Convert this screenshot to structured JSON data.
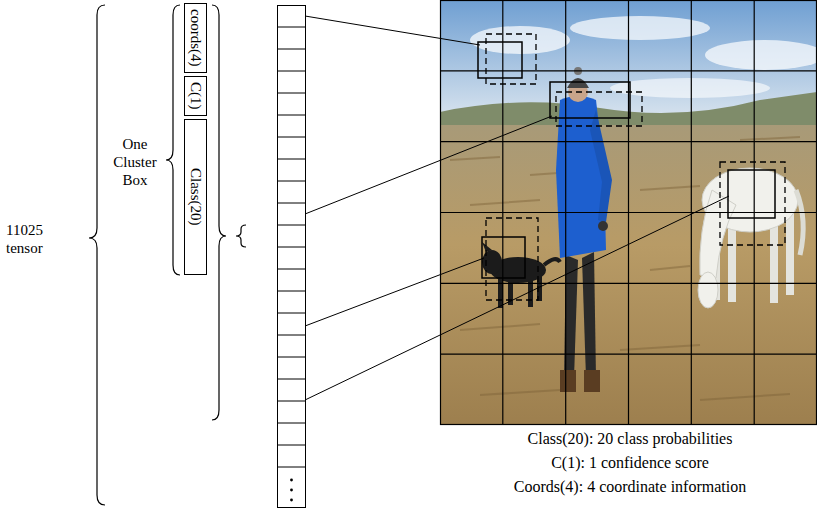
{
  "diagram": {
    "nodes": [
      {
        "text": [
          "coords(4)"
        ]
      },
      {
        "text": [
          "C(1)"
        ]
      },
      {
        "text": [
          "Class(20)"
        ]
      }
    ],
    "labels": [
      "11025 tensor",
      "One Cluster Box",
      "Class(20): 20 class probabilities",
      "C(1): 1 confidence score",
      "Coords(4): 4 coordinate information"
    ]
  }
}
